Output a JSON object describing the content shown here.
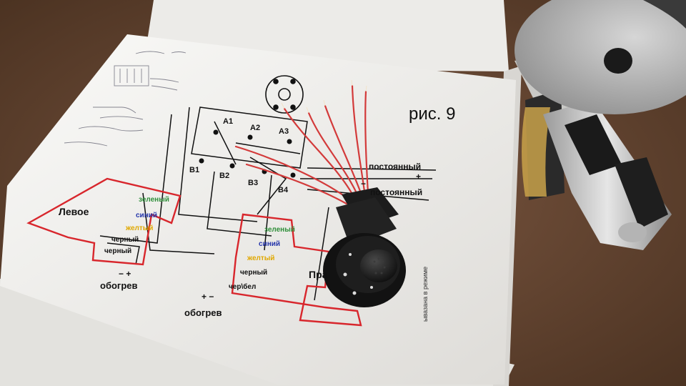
{
  "diagram": {
    "figure_label": "рис. 9",
    "pins": [
      "A1",
      "A2",
      "A3",
      "B1",
      "B2",
      "B3",
      "B4"
    ],
    "supply": {
      "positive_label": "постоянный",
      "positive_sign": "+",
      "negative_label": "постоянный",
      "negative_sign": "−"
    },
    "left_mirror": {
      "title": "Левое",
      "wires": [
        "зеленый",
        "синий",
        "желтый",
        "черный",
        "черный"
      ],
      "heating_label": "обогрев",
      "heating_signs": "− +"
    },
    "right_mirror": {
      "title": "Пра",
      "wires": [
        "зеленый",
        "синий",
        "желтый",
        "черный",
        "чер\\бел"
      ],
      "heating_label": "обогрев",
      "heating_signs": "+ −"
    },
    "side_note": "ывазана в режиме"
  },
  "colors": {
    "carpet": "#6b4a36",
    "paper": "#f4f4f2",
    "red_outline": "#d8262c",
    "wire_green": "#2f8f3a",
    "wire_blue": "#2233aa",
    "wire_yellow": "#e0a800",
    "connector": "#1c1c1c"
  }
}
